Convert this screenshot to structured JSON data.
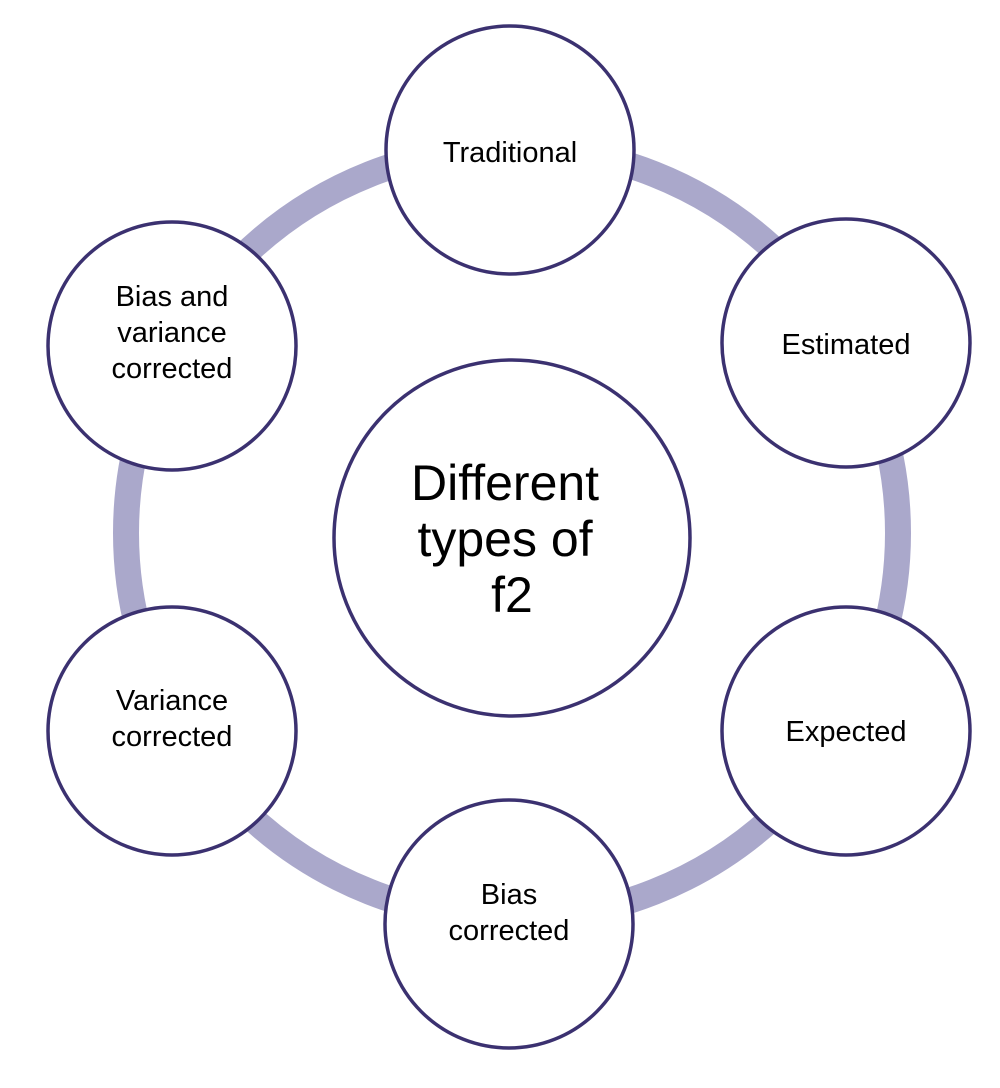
{
  "colors": {
    "ring": "#aaa8cb",
    "circle_stroke": "#3b3170",
    "text": "#000000",
    "background": "#ffffff"
  },
  "center": {
    "lines": [
      "Different",
      "types of",
      "f2"
    ]
  },
  "nodes": [
    {
      "id": "traditional",
      "lines": [
        "Traditional"
      ]
    },
    {
      "id": "estimated",
      "lines": [
        "Estimated"
      ]
    },
    {
      "id": "expected",
      "lines": [
        "Expected"
      ]
    },
    {
      "id": "bias-corrected",
      "lines": [
        "Bias",
        "corrected"
      ]
    },
    {
      "id": "variance-corrected",
      "lines": [
        "Variance",
        "corrected"
      ]
    },
    {
      "id": "bias-and-variance-corrected",
      "lines": [
        "Bias and",
        "variance",
        "corrected"
      ]
    }
  ]
}
